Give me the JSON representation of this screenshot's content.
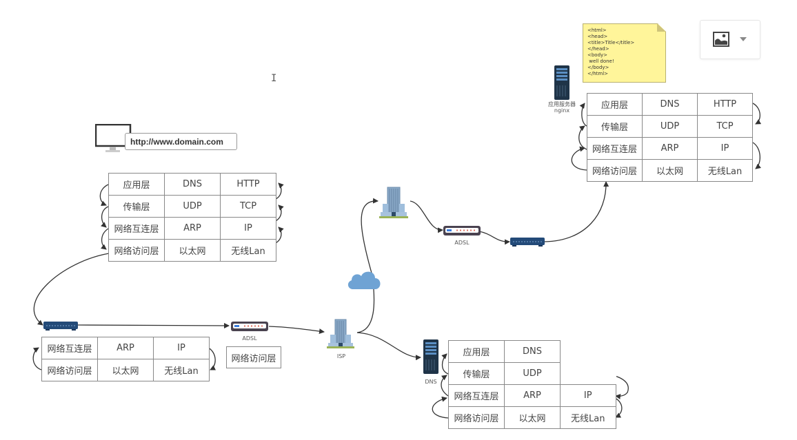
{
  "toolbar": {
    "insert_image_button": "image-icon",
    "dropdown": "chevron-down-icon"
  },
  "note": {
    "lines": [
      "<html>",
      "<head>",
      "<title>Title</title>",
      "</head>",
      "<body>",
      " well done!",
      "</body>",
      "</html>"
    ]
  },
  "client": {
    "url": "http://www.domain.com"
  },
  "labels": {
    "adsl_left": "ADSL",
    "adsl_right": "ADSL",
    "isp": "ISP",
    "dns_server": "DNS",
    "app_server": "应用服务器",
    "app_server_sub": "nginx",
    "adsl_layer": "网络访问层"
  },
  "client_stack": [
    [
      "应用层",
      "DNS",
      "HTTP"
    ],
    [
      "传输层",
      "UDP",
      "TCP"
    ],
    [
      "网络互连层",
      "ARP",
      "IP"
    ],
    [
      "网络访问层",
      "以太网",
      "无线Lan"
    ]
  ],
  "switch_stack": [
    [
      "网络互连层",
      "ARP",
      "IP"
    ],
    [
      "网络访问层",
      "以太网",
      "无线Lan"
    ]
  ],
  "dns_stack": [
    [
      "应用层",
      "DNS",
      ""
    ],
    [
      "传输层",
      "UDP",
      ""
    ],
    [
      "网络互连层",
      "ARP",
      "IP"
    ],
    [
      "网络访问层",
      "以太网",
      "无线Lan"
    ]
  ],
  "server_stack": [
    [
      "应用层",
      "DNS",
      "HTTP"
    ],
    [
      "传输层",
      "UDP",
      "TCP"
    ],
    [
      "网络互连层",
      "ARP",
      "IP"
    ],
    [
      "网络访问层",
      "以太网",
      "无线Lan"
    ]
  ]
}
